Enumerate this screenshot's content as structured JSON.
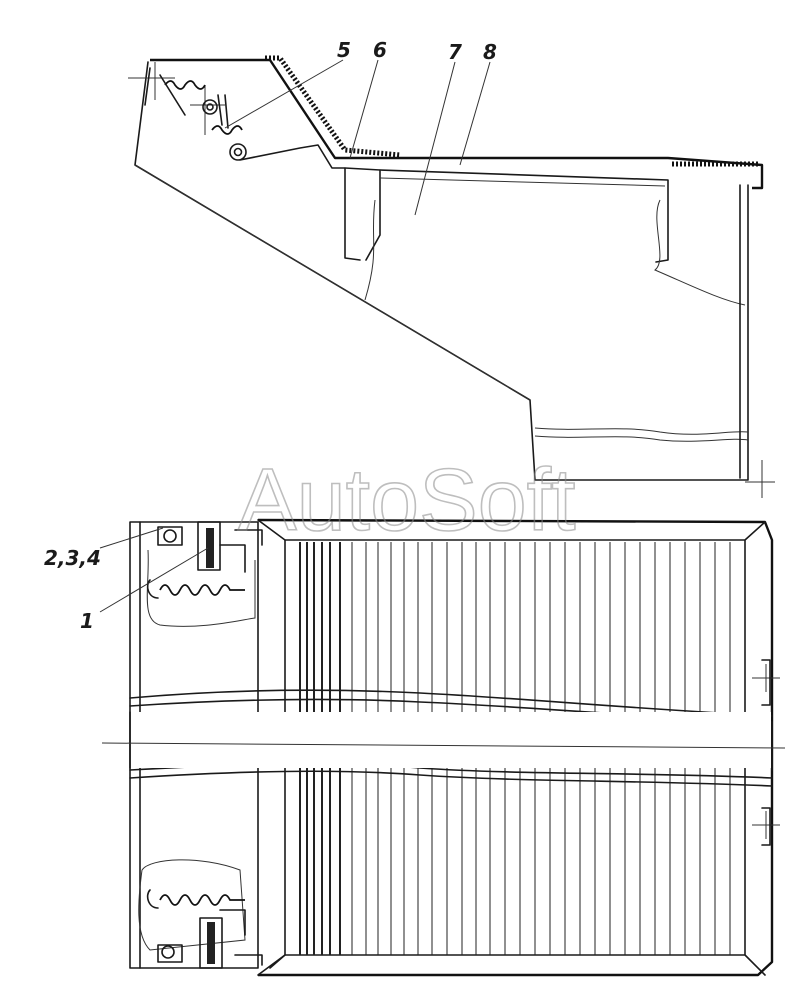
{
  "callouts": {
    "c5": "5",
    "c6": "6",
    "c7": "7",
    "c8": "8",
    "c234": "2,3,4",
    "c1": "1"
  },
  "watermark": "AutoSoft"
}
